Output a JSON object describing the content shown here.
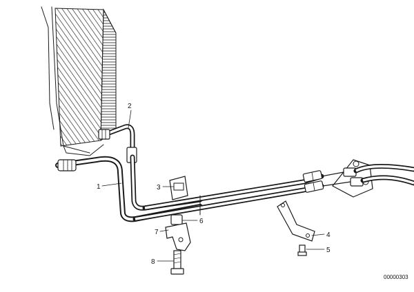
{
  "callouts": [
    {
      "number": "1",
      "part": "oil-cooler-line"
    },
    {
      "number": "2",
      "part": "hose-fitting"
    },
    {
      "number": "3",
      "part": "bracket-clamp"
    },
    {
      "number": "4",
      "part": "mounting-bracket"
    },
    {
      "number": "5",
      "part": "bolt"
    },
    {
      "number": "6",
      "part": "clip"
    },
    {
      "number": "7",
      "part": "retainer-clamp"
    },
    {
      "number": "8",
      "part": "screw"
    }
  ],
  "reference_number": "00000303",
  "colors": {
    "ink": "#1a1a1a",
    "background": "#ffffff"
  }
}
